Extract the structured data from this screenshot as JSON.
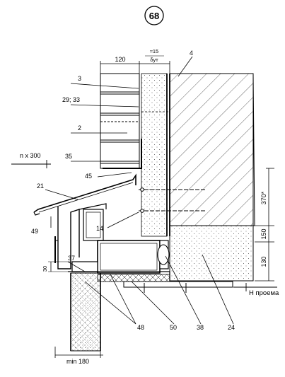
{
  "sheet": {
    "number": "68"
  },
  "dimensions": {
    "top_width": "120",
    "top_gap": "≈15",
    "top_gap_sub": "δут",
    "pitch": "n x 300",
    "d370": "370*",
    "d150": "150",
    "d130": "130",
    "d30": "30",
    "min_width": "min 180",
    "opening_level": "Н проема"
  },
  "callouts": {
    "c3": "3",
    "c29_33": "29; 33",
    "c2": "2",
    "c35": "35",
    "c45": "45",
    "c21": "21",
    "c49": "49",
    "c14": "14",
    "c37": "37",
    "c48": "48",
    "c50": "50",
    "c38": "38",
    "c24": "24",
    "c4": "4"
  }
}
